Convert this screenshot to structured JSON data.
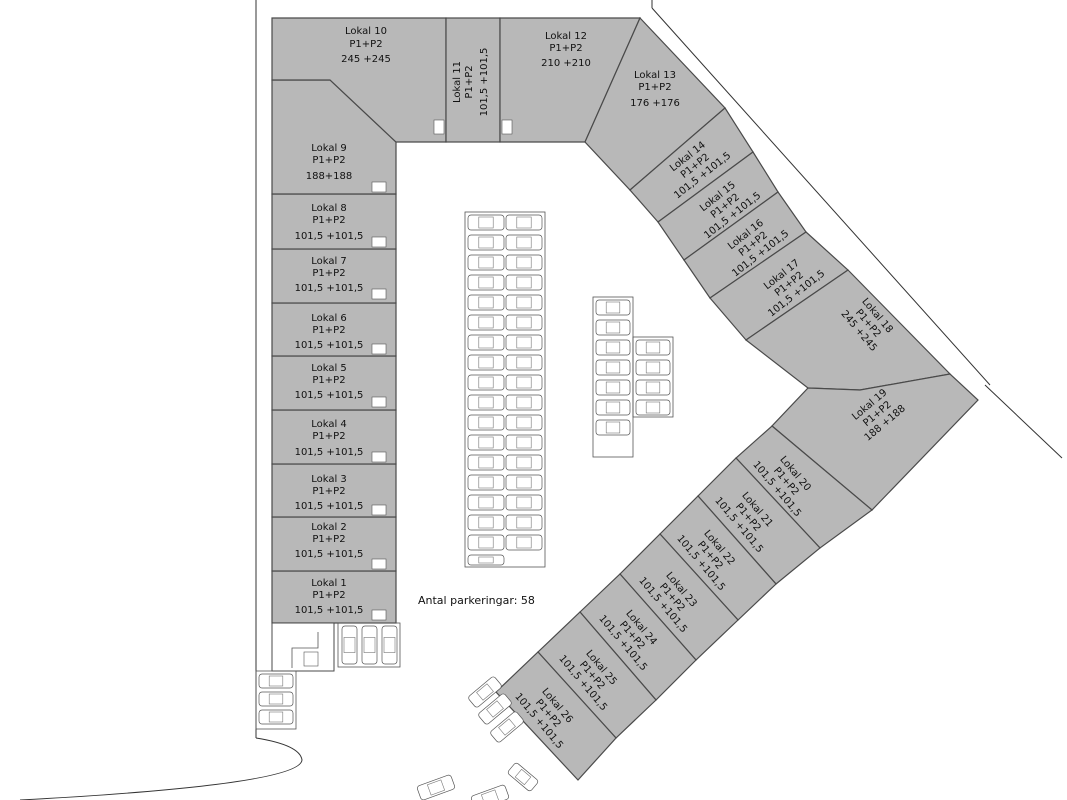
{
  "plan": {
    "parking_label": "Antal parkeringar: 58",
    "units": [
      {
        "name": "Lokal 1",
        "type": "P1+P2",
        "area": "101,5 +101,5"
      },
      {
        "name": "Lokal 2",
        "type": "P1+P2",
        "area": "101,5 +101,5"
      },
      {
        "name": "Lokal 3",
        "type": "P1+P2",
        "area": "101,5 +101,5"
      },
      {
        "name": "Lokal 4",
        "type": "P1+P2",
        "area": "101,5 +101,5"
      },
      {
        "name": "Lokal 5",
        "type": "P1+P2",
        "area": "101,5 +101,5"
      },
      {
        "name": "Lokal 6",
        "type": "P1+P2",
        "area": "101,5 +101,5"
      },
      {
        "name": "Lokal 7",
        "type": "P1+P2",
        "area": "101,5 +101,5"
      },
      {
        "name": "Lokal 8",
        "type": "P1+P2",
        "area": "101,5 +101,5"
      },
      {
        "name": "Lokal 9",
        "type": "P1+P2",
        "area": "188+188"
      },
      {
        "name": "Lokal 10",
        "type": "P1+P2",
        "area": "245 +245"
      },
      {
        "name": "Lokal 11",
        "type": "P1+P2",
        "area": "101,5 +101,5"
      },
      {
        "name": "Lokal 12",
        "type": "P1+P2",
        "area": "210 +210"
      },
      {
        "name": "Lokal 13",
        "type": "P1+P2",
        "area": "176 +176"
      },
      {
        "name": "Lokal 14",
        "type": "P1+P2",
        "area": "101,5 +101,5"
      },
      {
        "name": "Lokal 15",
        "type": "P1+P2",
        "area": "101,5 +101,5"
      },
      {
        "name": "Lokal 16",
        "type": "P1+P2",
        "area": "101,5 +101,5"
      },
      {
        "name": "Lokal 17",
        "type": "P1+P2",
        "area": "101,5 +101,5"
      },
      {
        "name": "Lokal 18",
        "type": "P1+P2",
        "area": "245 +245"
      },
      {
        "name": "Lokal 19",
        "type": "P1+P2",
        "area": "188 +188"
      },
      {
        "name": "Lokal 20",
        "type": "P1+P2",
        "area": "101,5 +101,5"
      },
      {
        "name": "Lokal 21",
        "type": "P1+P2",
        "area": "101,5 +101,5"
      },
      {
        "name": "Lokal 22",
        "type": "P1+P2",
        "area": "101,5 +101,5"
      },
      {
        "name": "Lokal 23",
        "type": "P1+P2",
        "area": "101,5 +101,5"
      },
      {
        "name": "Lokal 24",
        "type": "P1+P2",
        "area": "101,5 +101,5"
      },
      {
        "name": "Lokal 25",
        "type": "P1+P2",
        "area": "101,5 +101,5"
      },
      {
        "name": "Lokal 26",
        "type": "P1+P2",
        "area": "101,5 +101,5"
      }
    ]
  }
}
